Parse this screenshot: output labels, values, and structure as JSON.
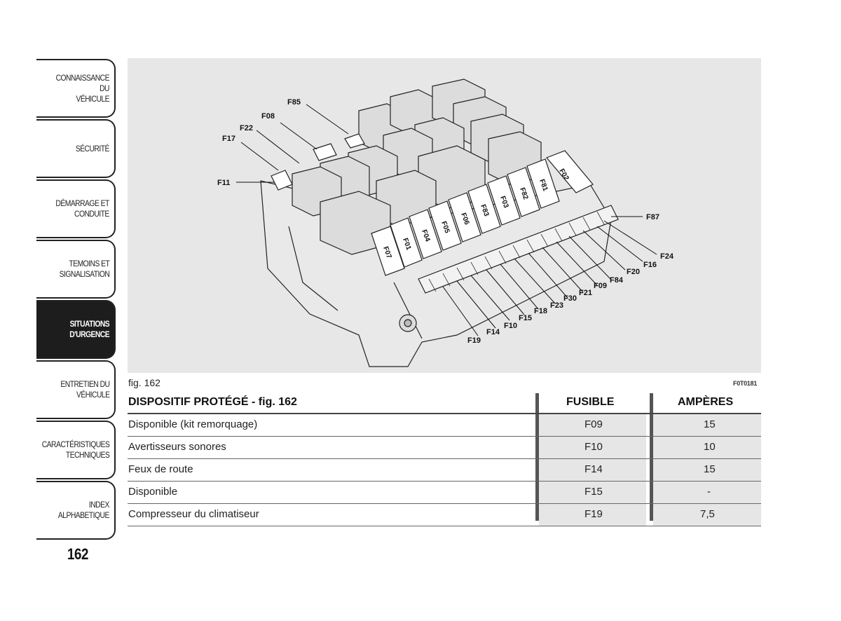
{
  "sidebar": {
    "tabs": [
      {
        "label": "CONNAISSANCE DU\nVÉHICULE",
        "active": false
      },
      {
        "label": "SÉCURITÉ",
        "active": false
      },
      {
        "label": "DÉMARRAGE ET\nCONDUITE",
        "active": false
      },
      {
        "label": "TEMOINS ET\nSIGNALISATION",
        "active": false
      },
      {
        "label": "SITUATIONS\nD'URGENCE",
        "active": true
      },
      {
        "label": "ENTRETIEN DU\nVÉHICULE",
        "active": false
      },
      {
        "label": "CARACTÉRISTIQUES\nTECHNIQUES",
        "active": false
      },
      {
        "label": "INDEX\nALPHABETIQUE",
        "active": false
      }
    ]
  },
  "page_number": "162",
  "figure": {
    "caption": "fig. 162",
    "code": "F0T0181",
    "fuses_top": [
      "F07",
      "F01",
      "F04",
      "F05",
      "F06",
      "F83",
      "F03",
      "F82",
      "F81",
      "F02"
    ],
    "callouts": [
      "F85",
      "F08",
      "F22",
      "F17",
      "F11",
      "F87",
      "F24",
      "F16",
      "F20",
      "F84",
      "F09",
      "F21",
      "F30",
      "F23",
      "F18",
      "F15",
      "F10",
      "F14",
      "F19"
    ]
  },
  "table": {
    "headers": {
      "device": "DISPOSITIF PROTÉGÉ - fig. 162",
      "fuse": "FUSIBLE",
      "amps": "AMPÈRES"
    },
    "rows": [
      {
        "device": "Disponible (kit remorquage)",
        "fuse": "F09",
        "amps": "15"
      },
      {
        "device": "Avertisseurs sonores",
        "fuse": "F10",
        "amps": "10"
      },
      {
        "device": "Feux de route",
        "fuse": "F14",
        "amps": "15"
      },
      {
        "device": "Disponible",
        "fuse": "F15",
        "amps": "-"
      },
      {
        "device": "Compresseur du climatiseur",
        "fuse": "F19",
        "amps": "7,5"
      }
    ]
  }
}
